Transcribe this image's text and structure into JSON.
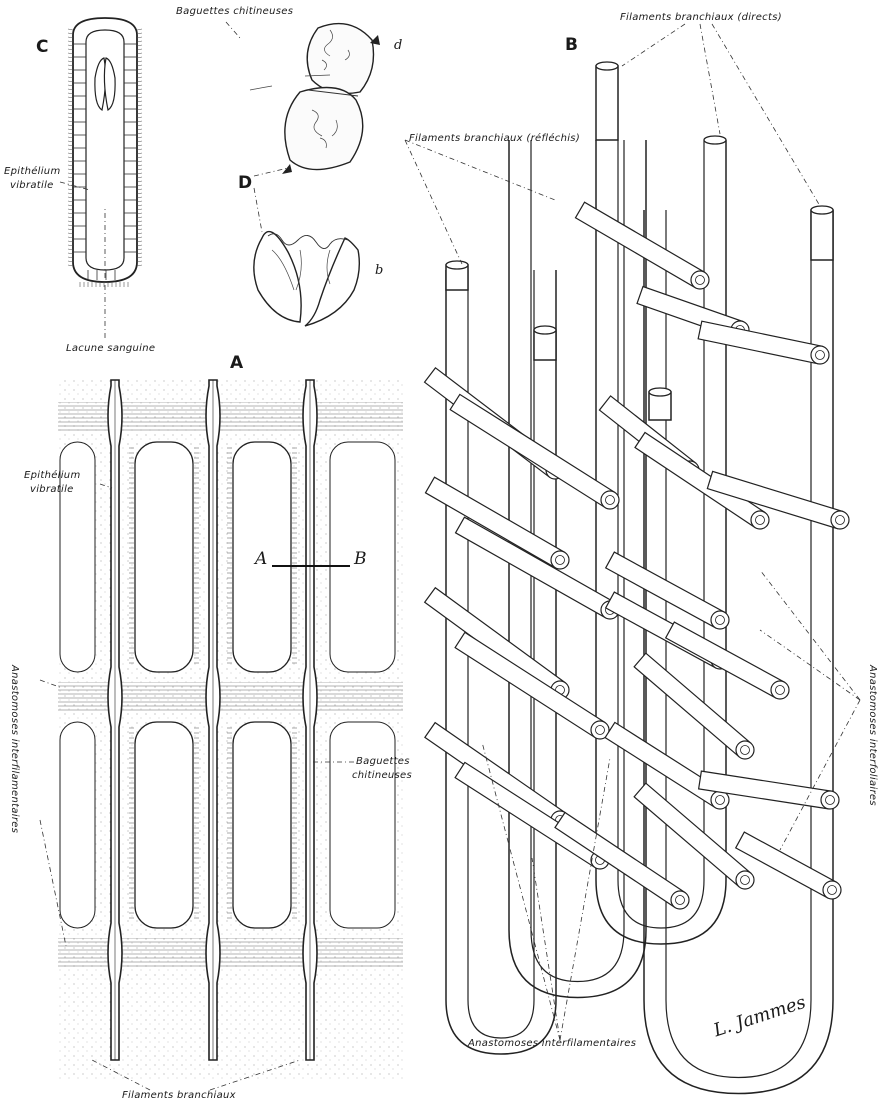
{
  "figure_letters": {
    "a": "A",
    "b": "B",
    "c": "C",
    "d": "D",
    "d_small": "d",
    "b_small": "b"
  },
  "labels": {
    "baguettes_top": "Baguettes chitineuses",
    "epithelium_c_line1": "Epithélium",
    "epithelium_c_line2": "vibratile",
    "lacune": "Lacune sanguine",
    "filaments_directs": "Filaments branchiaux (directs)",
    "filaments_reflechis": "Filaments branchiaux (réfléchis)",
    "epithelium_a_line1": "Epithélium",
    "epithelium_a_line2": "vibratile",
    "section_a": "A",
    "section_b": "B",
    "baguettes_a_line1": "Baguettes",
    "baguettes_a_line2": "chitineuses",
    "anastomoses_left": "Anastomoses interfilamentaires",
    "filaments_bottom": "Filaments branchiaux",
    "anastomoses_bottom": "Anastomoses interfilamentaires",
    "anastomoses_right": "Anastomoses interfoliaires"
  },
  "signature": "L. Jammes"
}
